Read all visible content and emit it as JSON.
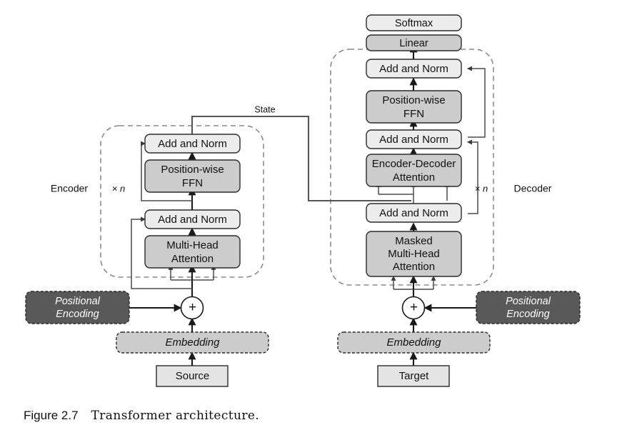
{
  "figure": {
    "caption_number": "Figure 2.7",
    "caption_title": "Transformer architecture."
  },
  "labels": {
    "encoder": "Encoder",
    "decoder": "Decoder",
    "encoder_repeat": "× n",
    "decoder_repeat": "× n",
    "state": "State",
    "plus_left": "+",
    "plus_right": "+"
  },
  "encoder_stack": {
    "add_norm_top": "Add and Norm",
    "ffn_line1": "Position-wise",
    "ffn_line2": "FFN",
    "add_norm_bottom": "Add and Norm",
    "attention_line1": "Multi-Head",
    "attention_line2": "Attention"
  },
  "decoder_stack": {
    "softmax": "Softmax",
    "linear": "Linear",
    "add_norm_top": "Add and Norm",
    "ffn_line1": "Position-wise",
    "ffn_line2": "FFN",
    "add_norm_mid": "Add and Norm",
    "cross_attention_line1": "Encoder-Decoder",
    "cross_attention_line2": "Attention",
    "add_norm_bottom": "Add and Norm",
    "masked_attention_line1": "Masked",
    "masked_attention_line2": "Multi-Head",
    "masked_attention_line3": "Attention"
  },
  "inputs": {
    "source_positional_encoding_line1": "Positional",
    "source_positional_encoding_line2": "Encoding",
    "source_embedding": "Embedding",
    "source": "Source",
    "target_positional_encoding_line1": "Positional",
    "target_positional_encoding_line2": "Encoding",
    "target_embedding": "Embedding",
    "target": "Target"
  },
  "colors": {
    "box_light": "#ececec",
    "box_mid": "#cccccc",
    "box_dark": "#595959",
    "box_plain": "#e4e4e4",
    "stroke": "#2b2b2b",
    "container_stroke": "#8a8a8a",
    "background": "#ffffff"
  }
}
